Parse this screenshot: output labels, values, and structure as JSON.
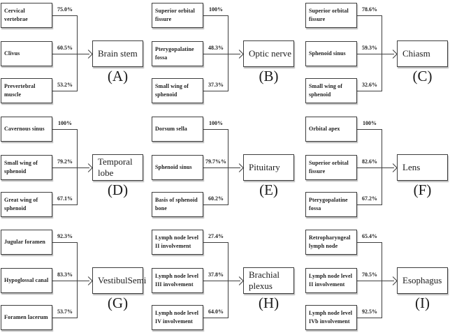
{
  "figure": {
    "groups": [
      {
        "id": "A",
        "label": "(A)",
        "target": "Brain stem",
        "sources": [
          {
            "name": "Cervical vertebrae",
            "pct": "75.0%"
          },
          {
            "name": "Clivus",
            "pct": "60.5%"
          },
          {
            "name": "Prevertebral muscle",
            "pct": "53.2%"
          }
        ]
      },
      {
        "id": "B",
        "label": "(B)",
        "target": "Optic nerve",
        "sources": [
          {
            "name": "Superior orbital fissure",
            "pct": "100%"
          },
          {
            "name": "Pterygopalatine fossa",
            "pct": "48.3%"
          },
          {
            "name": "Small wing of sphenoid",
            "pct": "37.3%"
          }
        ]
      },
      {
        "id": "C",
        "label": "(C)",
        "target": "Chiasm",
        "sources": [
          {
            "name": "Superior orbital fissure",
            "pct": "78.6%"
          },
          {
            "name": "Sphenoid sinus",
            "pct": "59.3%"
          },
          {
            "name": "Small wing of sphenoid",
            "pct": "32.6%"
          }
        ]
      },
      {
        "id": "D",
        "label": "(D)",
        "target": "Temporal lobe",
        "sources": [
          {
            "name": "Cavernous sinus",
            "pct": "100%"
          },
          {
            "name": "Small wing of sphenoid",
            "pct": "79.2%"
          },
          {
            "name": "Great wing of sphenoid",
            "pct": "67.1%"
          }
        ]
      },
      {
        "id": "E",
        "label": "(E)",
        "target": "Pituitary",
        "sources": [
          {
            "name": "Dorsum sella",
            "pct": "100%"
          },
          {
            "name": "Sphenoid sinus",
            "pct": "79.7%%"
          },
          {
            "name": "Basis of sphenoid bone",
            "pct": "60.2%"
          }
        ]
      },
      {
        "id": "F",
        "label": "(F)",
        "target": "Lens",
        "sources": [
          {
            "name": "Orbital apex",
            "pct": "100%"
          },
          {
            "name": "Superior orbital fissure",
            "pct": "82.6%"
          },
          {
            "name": "Pterygopalatine fossa",
            "pct": "67.2%"
          }
        ]
      },
      {
        "id": "G",
        "label": "(G)",
        "target": "VestibulSemi",
        "sources": [
          {
            "name": "Jugular foramen",
            "pct": "92.3%"
          },
          {
            "name": "Hypoglossal canal",
            "pct": "83.3%"
          },
          {
            "name": "Foramen lacerum",
            "pct": "53.7%"
          }
        ]
      },
      {
        "id": "H",
        "label": "(H)",
        "target": "Brachial plexus",
        "sources": [
          {
            "name": "Lymph node level II involvement",
            "pct": "27.4%"
          },
          {
            "name": "Lymph node level III involvement",
            "pct": "37.8%"
          },
          {
            "name": "Lymph node level IV involvement",
            "pct": "64.0%"
          }
        ]
      },
      {
        "id": "I",
        "label": "(I)",
        "target": "Esophagus",
        "sources": [
          {
            "name": "Retropharyngeal lymph node",
            "pct": "65.4%"
          },
          {
            "name": "Lymph node level II involvement",
            "pct": "70.5%"
          },
          {
            "name": "Lymph node level IVb involvement",
            "pct": "92.5%"
          }
        ]
      }
    ]
  }
}
